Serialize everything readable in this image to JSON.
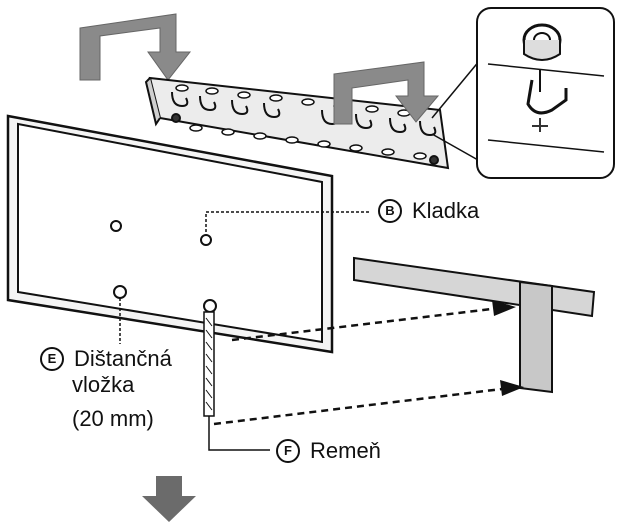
{
  "labels": {
    "kladka": {
      "letter": "B",
      "text": "Kladka"
    },
    "distancna": {
      "letter": "E",
      "line1": "Dištančná",
      "line2": "vložka",
      "line3": "(20 mm)"
    },
    "remen": {
      "letter": "F",
      "text": "Remeň"
    }
  },
  "colors": {
    "stroke": "#111111",
    "arrow_fill": "#8a8a8a",
    "bracket_fill": "#ececec",
    "tv_frame": "#f4f4f4",
    "table_fill": "#d6d6d6"
  }
}
